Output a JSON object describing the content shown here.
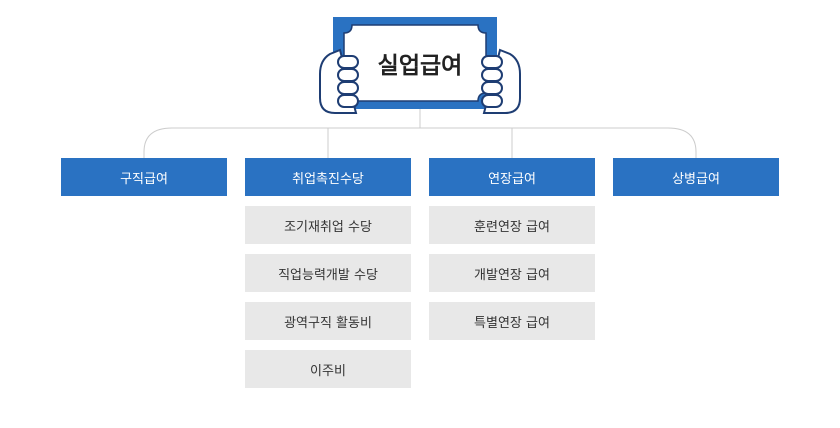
{
  "title": "실업급여",
  "colors": {
    "primary": "#2a72c2",
    "sub_bg": "#e8e8e8",
    "connector": "#cccccc",
    "hand_outline": "#1e3d73"
  },
  "categories": [
    {
      "label": "구직급여",
      "children": []
    },
    {
      "label": "취업촉진수당",
      "children": [
        "조기재취업 수당",
        "직업능력개발 수당",
        "광역구직 활동비",
        "이주비"
      ]
    },
    {
      "label": "연장급여",
      "children": [
        "훈련연장 급여",
        "개발연장 급여",
        "특별연장 급여"
      ]
    },
    {
      "label": "상병급여",
      "children": []
    }
  ]
}
